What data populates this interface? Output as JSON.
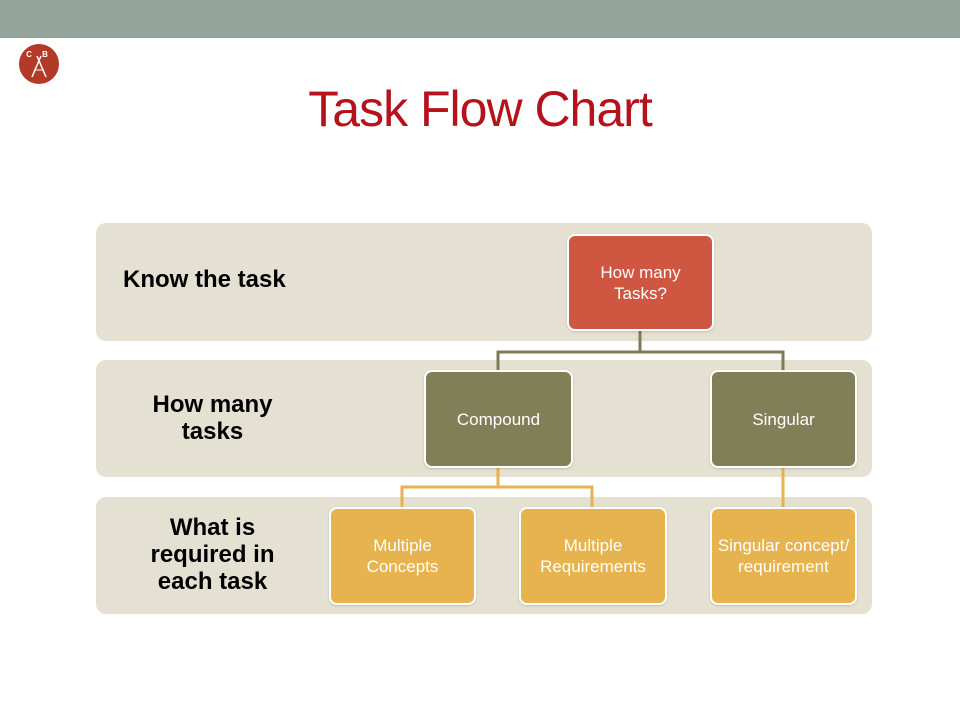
{
  "slide": {
    "title": "Task Flow Chart"
  },
  "logo": {
    "text": "C B"
  },
  "bands": [
    {
      "label": "Know the task"
    },
    {
      "label": "How many tasks"
    },
    {
      "label": "What is required in each task"
    }
  ],
  "nodes": {
    "how_many_tasks": "How many Tasks?",
    "compound": "Compound",
    "singular": "Singular",
    "multiple_concepts": "Multiple Concepts",
    "multiple_requirements": "Multiple Requirements",
    "singular_concept": "Singular concept/ requirement"
  },
  "colors": {
    "header_bar": "#95a49a",
    "title": "#b5121b",
    "band": "#e4e1d3",
    "node_top": "#cf5640",
    "node_mid": "#817f58",
    "node_bottom": "#e6b34e",
    "connector_mid": "#7e7c56",
    "connector_bottom": "#e6b34e"
  }
}
